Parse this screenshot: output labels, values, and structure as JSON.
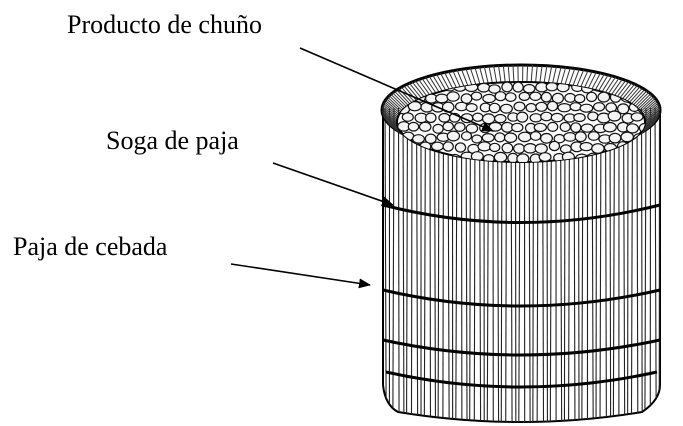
{
  "labels": {
    "product": "Producto de chuño",
    "rope": "Soga de paja",
    "straw": "Paja de cebada"
  },
  "colors": {
    "ink": "#000000",
    "background": "#ffffff",
    "stroke_grey": "#333333",
    "tuber_fill": "#f4f4f4"
  },
  "icons": {
    "container": "straw-basket-illustration"
  }
}
